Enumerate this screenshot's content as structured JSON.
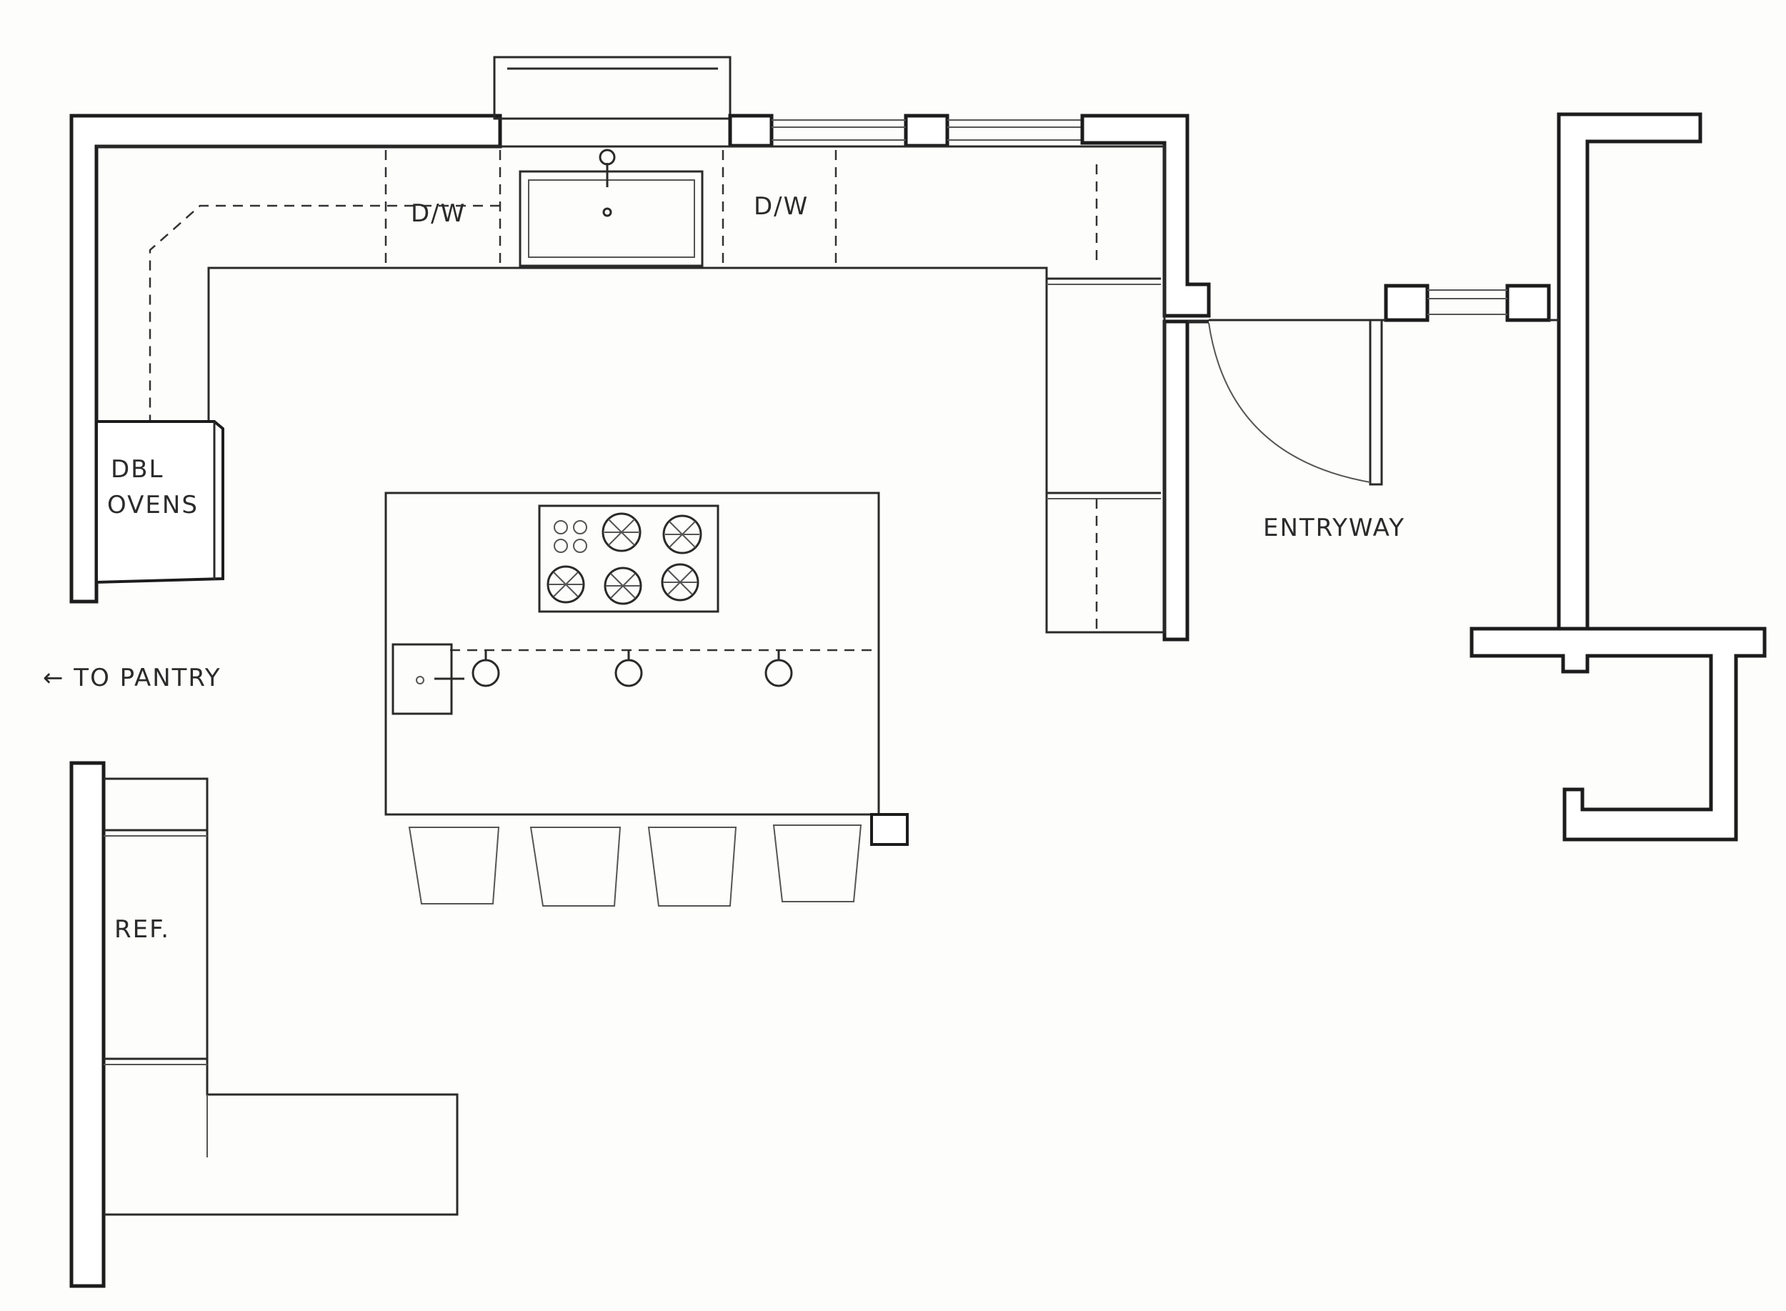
{
  "labels": {
    "dw_left": "D/W",
    "dw_right": "D/W",
    "ovens": [
      "DBL",
      "OVENS"
    ],
    "entryway": "ENTRYWAY",
    "pantry": "← TO PANTRY",
    "ref": "REF."
  },
  "colors": {
    "ink": "#1c1c1c",
    "paper": "#fdfdfc"
  }
}
